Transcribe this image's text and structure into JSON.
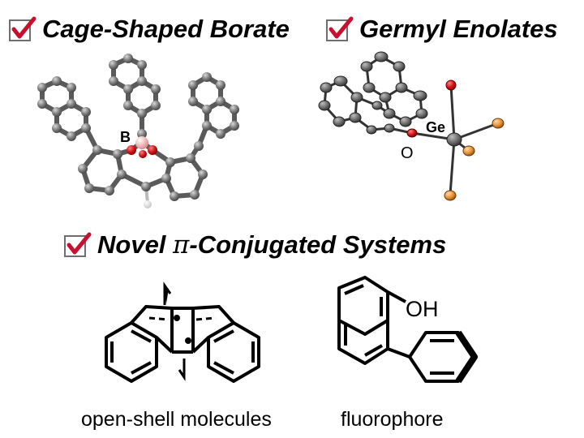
{
  "headings": {
    "cage": "Cage-Shaped Borate",
    "germyl": "Germyl Enolates",
    "novel_prefix": "Novel ",
    "novel_pi": "π",
    "novel_suffix": "-Conjugated Systems"
  },
  "labels": {
    "boron": "B",
    "germanium": "Ge",
    "oxygen": "O",
    "hydroxyl": "OH"
  },
  "captions": {
    "open_shell": "open-shell molecules",
    "fluorophore": "fluorophore"
  },
  "colors": {
    "check_mark": "#c8102e",
    "carbon": "#7a7a7a",
    "oxygen": "#d0141a",
    "boron": "#f2b8b8",
    "hydrogen": "#e6e6e6",
    "fluorine": "#e8953a",
    "germanium": "#8a8a8a"
  }
}
